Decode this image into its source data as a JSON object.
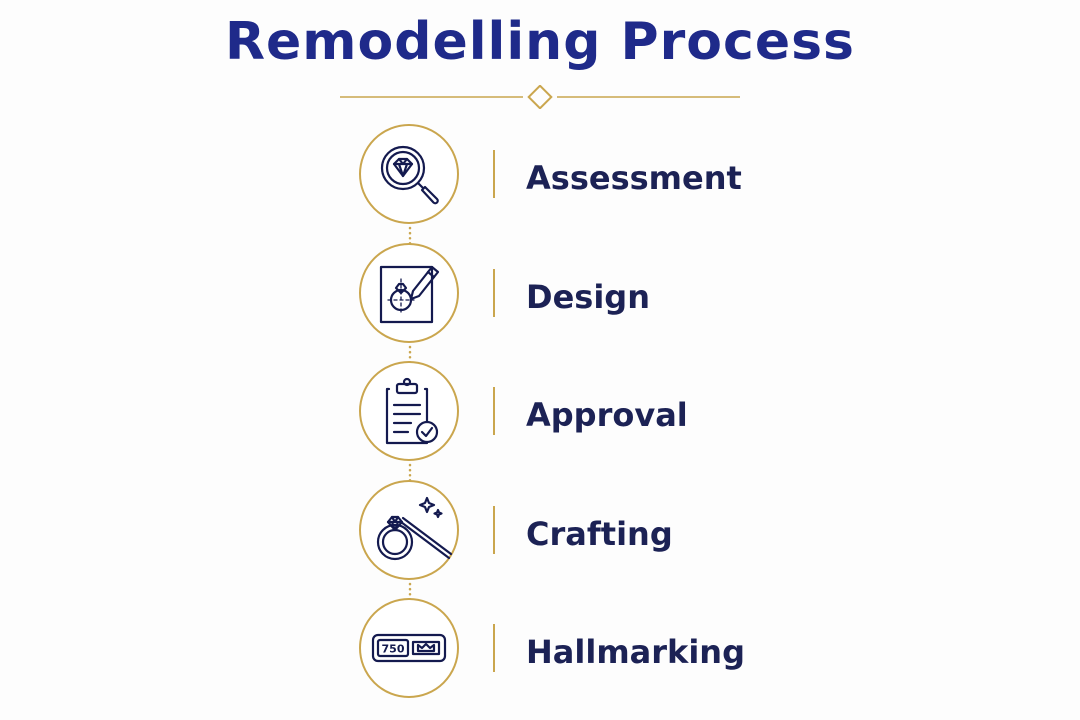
{
  "title": "Remodelling Process",
  "colors": {
    "navy": "#1f2a8a",
    "navy_dark": "#141a4f",
    "gold": "#caa64e",
    "label": "#1c2255"
  },
  "steps": [
    {
      "label": "Assessment",
      "icon": "diamond-magnifier-icon"
    },
    {
      "label": "Design",
      "icon": "ring-sketch-pencil-icon"
    },
    {
      "label": "Approval",
      "icon": "clipboard-check-icon"
    },
    {
      "label": "Crafting",
      "icon": "ring-tweezers-sparkle-icon"
    },
    {
      "label": "Hallmarking",
      "icon": "hallmark-750-crown-icon"
    }
  ],
  "hallmark_text": "750"
}
